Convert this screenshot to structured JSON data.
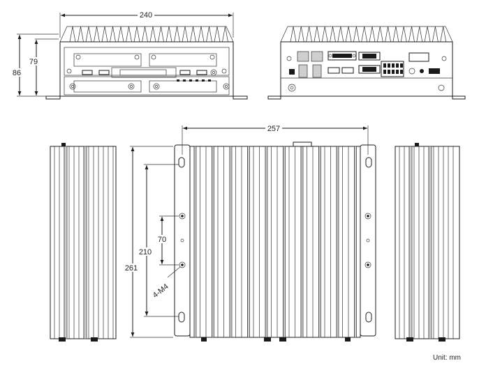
{
  "dimensions": {
    "front_width": "240",
    "total_height": "86",
    "body_height": "79",
    "bracket_width": "257",
    "hole_spacing_outer": "210",
    "hole_spacing_inner": "70",
    "overall_depth": "261"
  },
  "labels": {
    "screw_callout": "4-M4",
    "unit": "Unit: mm"
  }
}
